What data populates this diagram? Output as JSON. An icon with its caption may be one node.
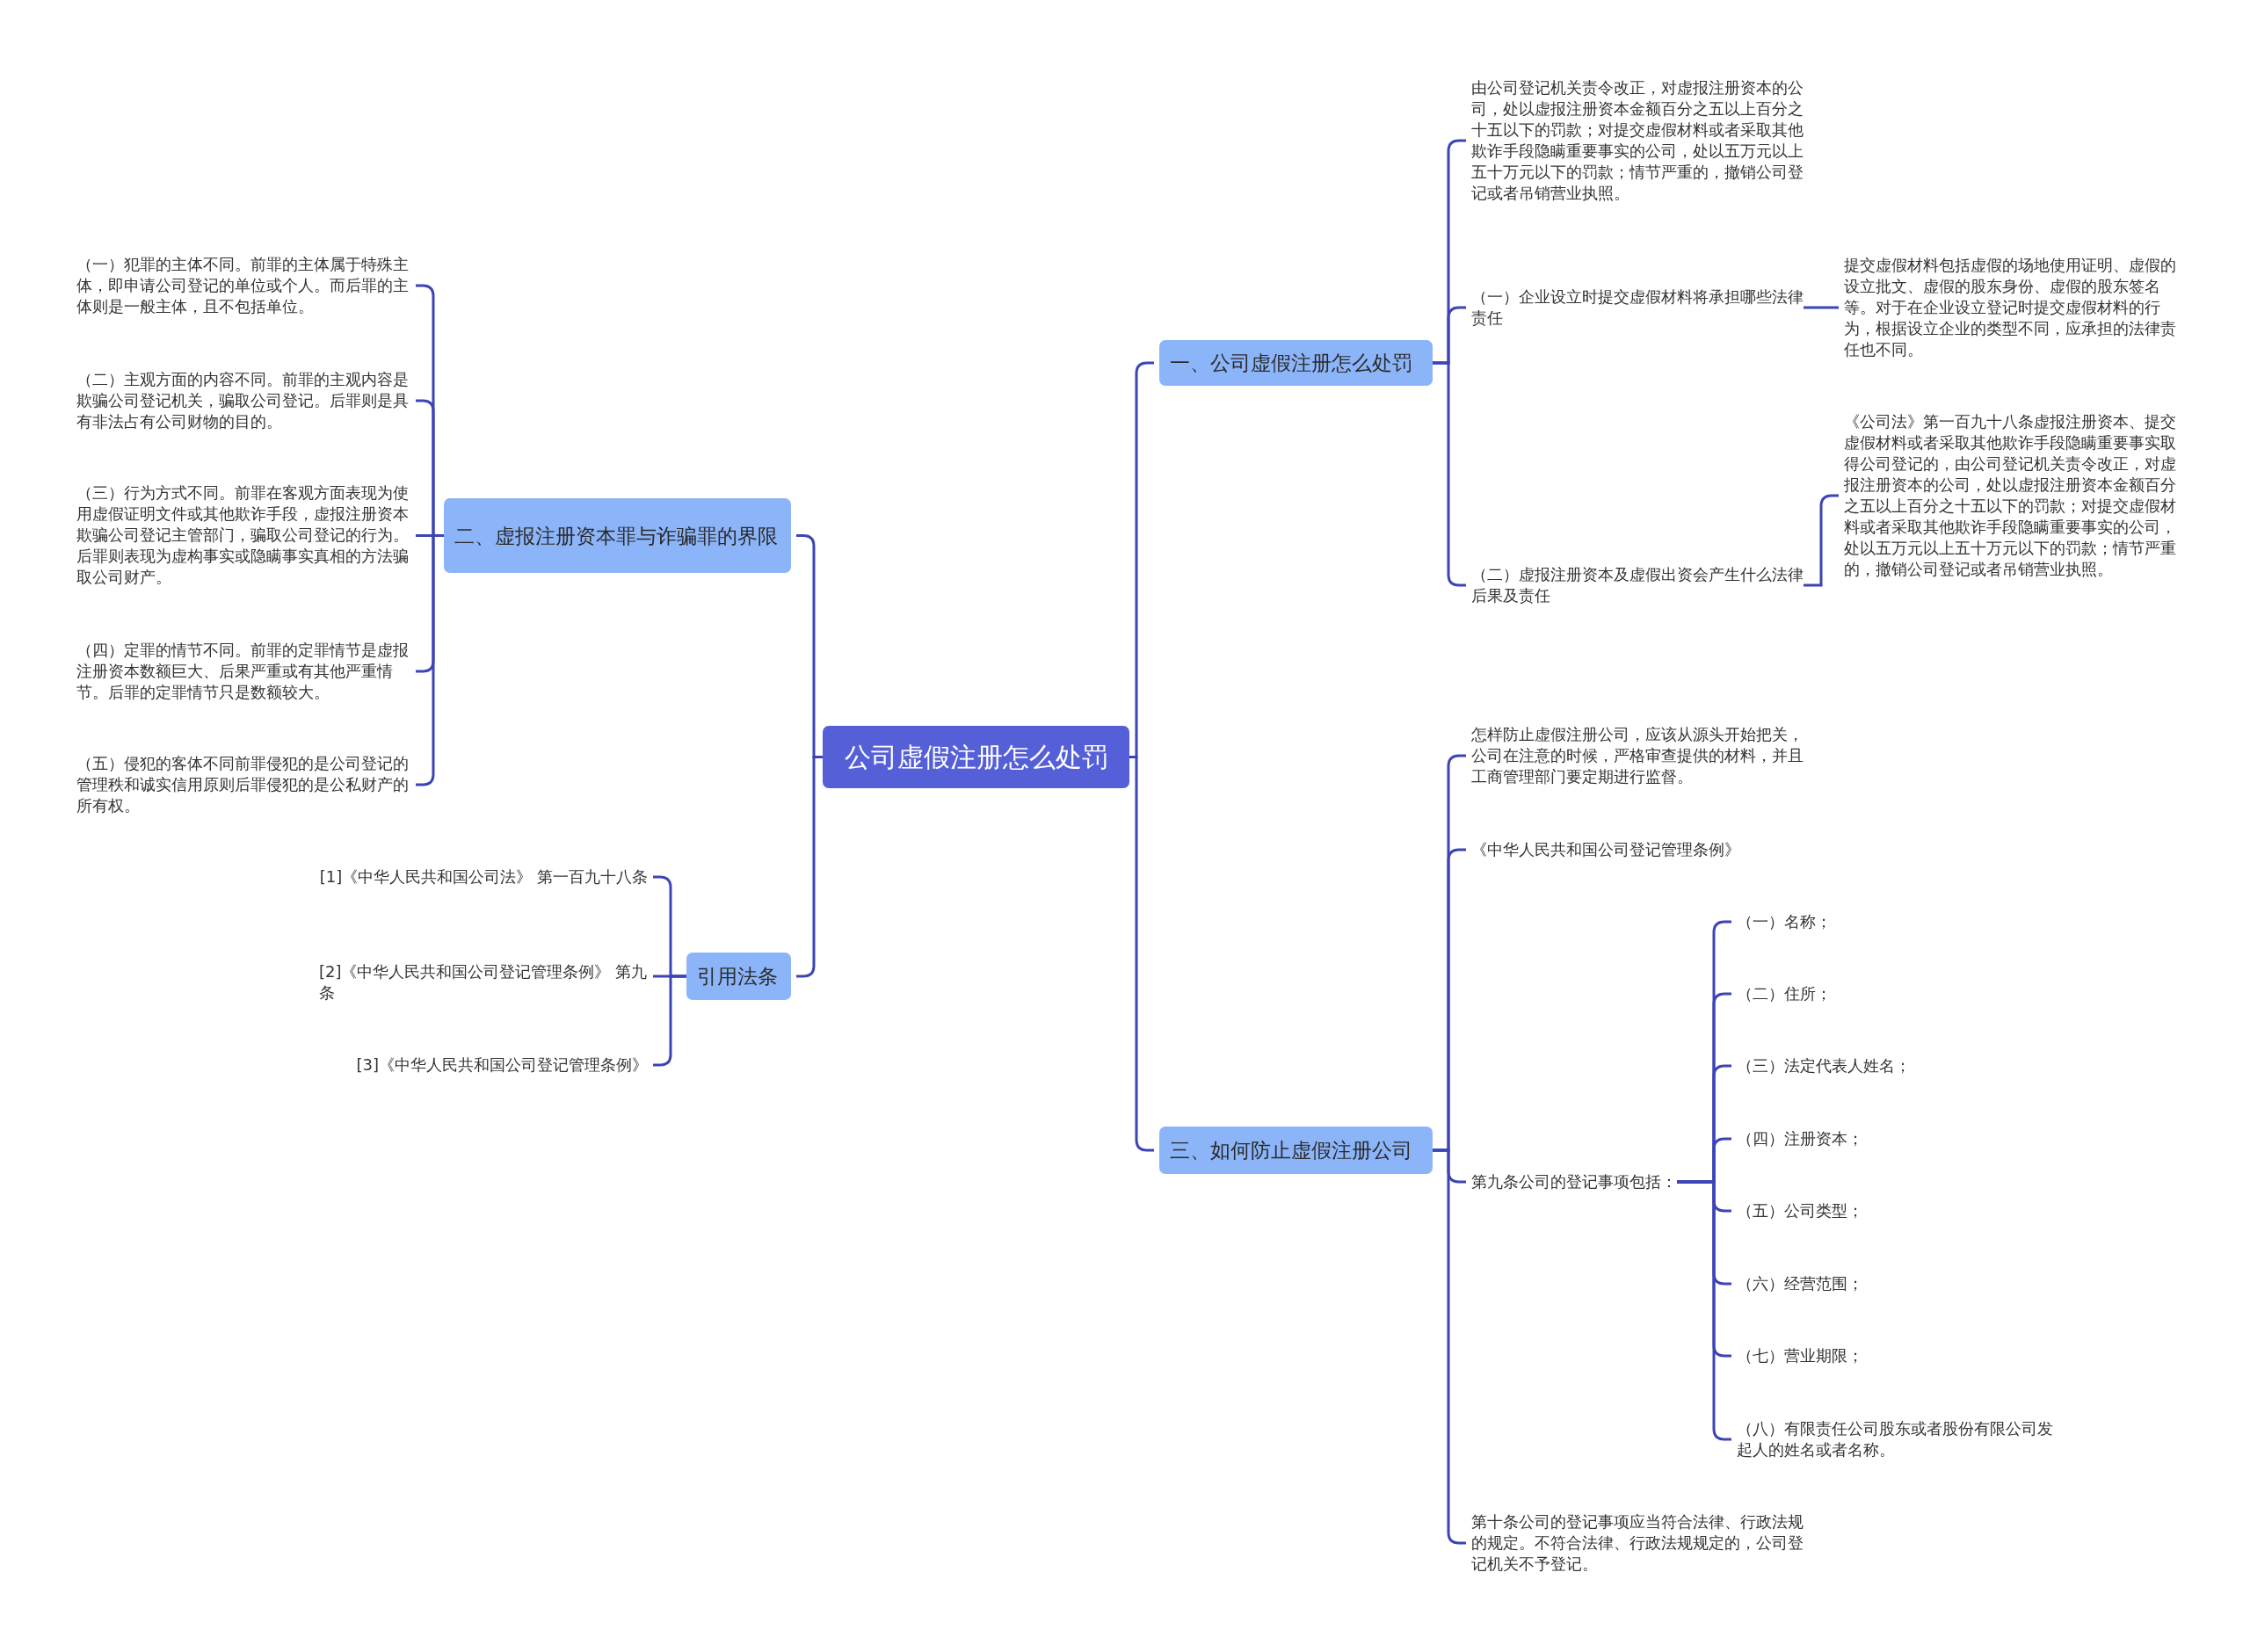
{
  "diagram": {
    "nodes": [
      {
        "text": [
          "公司虚假注册怎么处罚"
        ]
      },
      {
        "text": [
          "一、公司虚假注册怎么处罚"
        ]
      },
      {
        "text": [
          "由公司登记机关责令改正，对虚报注册资本的公司，处以虚报注册资本金额百分之五以上百分之十五以下的罚款；对提交虚假材料或者采取其他欺诈手段隐瞒重要事实的公司，处以五万元以上五十万元以下的罚款；情节严重的，撤销公司登记或者吊销营业执照。"
        ]
      },
      {
        "text": [
          "（一）企业设立时提交虚假材料将承担哪些法律责任"
        ]
      },
      {
        "text": [
          "提交虚假材料包括虚假的场地使用证明、虚假的设立批文、虚假的股东身份、虚假的股东签名等。对于在企业设立登记时提交虚假材料的行为，根据设立企业的类型不同，应承担的法律责任也不同。"
        ]
      },
      {
        "text": [
          "（二）虚报注册资本及虚假出资会产生什么法律后果及责任"
        ]
      },
      {
        "text": [
          "《公司法》第一百九十八条虚报注册资本、提交虚假材料或者采取其他欺诈手段隐瞒重要事实取得公司登记的，由公司登记机关责令改正，对虚报注册资本的公司，处以虚报注册资本金额百分之五以上百分之十五以下的罚款；对提交虚假材料或者采取其他欺诈手段隐瞒重要事实的公司，处以五万元以上五十万元以下的罚款；情节严重的，撤销公司登记或者吊销营业执照。"
        ]
      },
      {
        "text": [
          "二、虚报注册资本罪与诈骗罪的界限"
        ]
      },
      {
        "text": [
          "（一）犯罪的主体不同。前罪的主体属于特殊主体，即申请公司登记的单位或个人。而后罪的主体则是一般主体，且不包括单位。"
        ]
      },
      {
        "text": [
          "（二）主观方面的内容不同。前罪的主观内容是欺骗公司登记机关，骗取公司登记。后罪则是具有非法占有公司财物的目的。"
        ]
      },
      {
        "text": [
          "（三）行为方式不同。前罪在客观方面表现为使用虚假证明文件或其他欺诈手段，虚报注册资本欺骗公司登记主管部门，骗取公司登记的行为。后罪则表现为虚构事实或隐瞒事实真相的方法骗取公司财产。"
        ]
      },
      {
        "text": [
          "（四）定罪的情节不同。前罪的定罪情节是虚报注册资本数额巨大、后果严重或有其他严重情节。后罪的定罪情节只是数额较大。"
        ]
      },
      {
        "text": [
          "（五）侵犯的客体不同前罪侵犯的是公司登记的管理秩和诚实信用原则后罪侵犯的是公私财产的所有权。"
        ]
      },
      {
        "text": [
          "引用法条"
        ]
      },
      {
        "text": [
          "[1]《中华人民共和国公司法》 第一百九十八条"
        ]
      },
      {
        "text": [
          "[2]《中华人民共和国公司登记管理条例》 第九条"
        ]
      },
      {
        "text": [
          "[3]《中华人民共和国公司登记管理条例》"
        ]
      },
      {
        "text": [
          "三、如何防止虚假注册公司"
        ]
      },
      {
        "text": [
          "怎样防止虚假注册公司，应该从源头开始把关，公司在注意的时候，严格审查提供的材料，并且工商管理部门要定期进行监督。"
        ]
      },
      {
        "text": [
          "《中华人民共和国公司登记管理条例》"
        ]
      },
      {
        "text": [
          "第九条公司的登记事项包括："
        ]
      },
      {
        "text": [
          "（一）名称；"
        ]
      },
      {
        "text": [
          "（二）住所；"
        ]
      },
      {
        "text": [
          "（三）法定代表人姓名；"
        ]
      },
      {
        "text": [
          "（四）注册资本；"
        ]
      },
      {
        "text": [
          "（五）公司类型；"
        ]
      },
      {
        "text": [
          "（六）经营范围；"
        ]
      },
      {
        "text": [
          "（七）营业期限；"
        ]
      },
      {
        "text": [
          "（八）有限责任公司股东或者股份有限公司发起人的姓名或者名称。"
        ]
      },
      {
        "text": [
          "第十条公司的登记事项应当符合法律、行政法规的规定。不符合法律、行政法规规定的，公司登记机关不予登记。"
        ]
      }
    ],
    "edges": [
      {
        "from": 0,
        "to": 1,
        "arrow": "none"
      },
      {
        "from": 1,
        "to": 2,
        "arrow": "none"
      },
      {
        "from": 1,
        "to": 3,
        "arrow": "none"
      },
      {
        "from": 3,
        "to": 4,
        "arrow": "none"
      },
      {
        "from": 1,
        "to": 5,
        "arrow": "none"
      },
      {
        "from": 5,
        "to": 6,
        "arrow": "none"
      },
      {
        "from": 0,
        "to": 7,
        "arrow": "none"
      },
      {
        "from": 7,
        "to": 8,
        "arrow": "none"
      },
      {
        "from": 7,
        "to": 9,
        "arrow": "none"
      },
      {
        "from": 7,
        "to": 10,
        "arrow": "none"
      },
      {
        "from": 7,
        "to": 11,
        "arrow": "none"
      },
      {
        "from": 7,
        "to": 12,
        "arrow": "none"
      },
      {
        "from": 0,
        "to": 13,
        "arrow": "none"
      },
      {
        "from": 13,
        "to": 14,
        "arrow": "none"
      },
      {
        "from": 13,
        "to": 15,
        "arrow": "none"
      },
      {
        "from": 13,
        "to": 16,
        "arrow": "none"
      },
      {
        "from": 0,
        "to": 17,
        "arrow": "none"
      },
      {
        "from": 17,
        "to": 18,
        "arrow": "none"
      },
      {
        "from": 17,
        "to": 19,
        "arrow": "none"
      },
      {
        "from": 17,
        "to": 20,
        "arrow": "none"
      },
      {
        "from": 20,
        "to": 21,
        "arrow": "none"
      },
      {
        "from": 20,
        "to": 22,
        "arrow": "none"
      },
      {
        "from": 20,
        "to": 23,
        "arrow": "none"
      },
      {
        "from": 20,
        "to": 24,
        "arrow": "none"
      },
      {
        "from": 20,
        "to": 25,
        "arrow": "none"
      },
      {
        "from": 20,
        "to": 26,
        "arrow": "none"
      },
      {
        "from": 20,
        "to": 27,
        "arrow": "none"
      },
      {
        "from": 20,
        "to": 28,
        "arrow": "none"
      },
      {
        "from": 17,
        "to": 29,
        "arrow": "none"
      }
    ]
  }
}
